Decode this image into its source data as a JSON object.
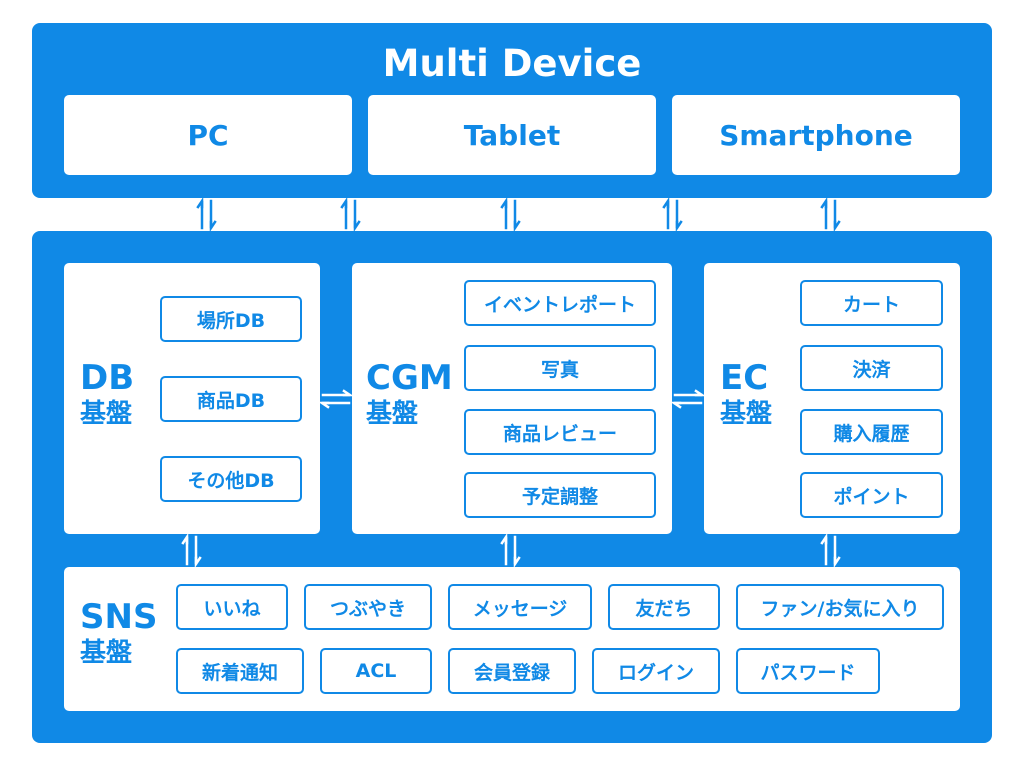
{
  "multi_device": {
    "title": "Multi Device",
    "devices": [
      "PC",
      "Tablet",
      "Smartphone"
    ]
  },
  "db": {
    "label_en": "DB",
    "label_ja": "基盤",
    "items": [
      "場所DB",
      "商品DB",
      "その他DB"
    ]
  },
  "cgm": {
    "label_en": "CGM",
    "label_ja": "基盤",
    "items": [
      "イベントレポート",
      "写真",
      "商品レビュー",
      "予定調整"
    ]
  },
  "ec": {
    "label_en": "EC",
    "label_ja": "基盤",
    "items": [
      "カート",
      "決済",
      "購入履歴",
      "ポイント"
    ]
  },
  "sns": {
    "label_en": "SNS",
    "label_ja": "基盤",
    "items": [
      "いいね",
      "つぶやき",
      "メッセージ",
      "友だち",
      "ファン/お気に入り",
      "新着通知",
      "ACL",
      "会員登録",
      "ログイン",
      "パスワード"
    ]
  },
  "colors": {
    "accent": "#1089e6",
    "background": "#ffffff"
  },
  "icons": [
    "bidirectional-vertical-arrow-icon",
    "bidirectional-horizontal-arrow-icon"
  ]
}
